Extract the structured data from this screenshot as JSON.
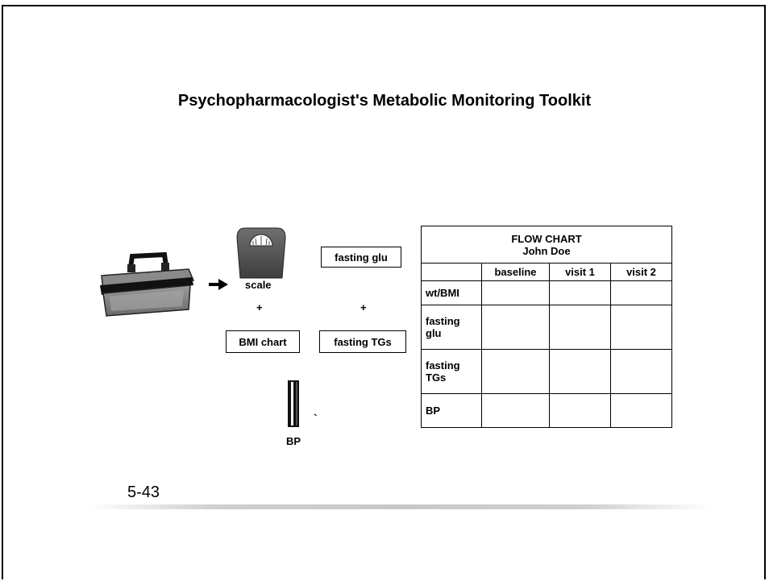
{
  "title": "Psychopharmacologist's Metabolic Monitoring Toolkit",
  "toolkit": {
    "scale_label": "scale",
    "fasting_glu": "fasting glu",
    "plus": "+",
    "bmi_chart": "BMI chart",
    "fasting_tgs": "fasting TGs",
    "bp_label": "BP",
    "tick_mark": "`"
  },
  "flow_chart": {
    "title": "FLOW CHART",
    "patient": "John  Doe",
    "columns": [
      "",
      "baseline",
      "visit 1",
      "visit 2"
    ],
    "rows": [
      {
        "label": "wt/BMI",
        "values": [
          "",
          "",
          ""
        ]
      },
      {
        "label": "fasting glu",
        "values": [
          "",
          "",
          ""
        ]
      },
      {
        "label": "fasting TGs",
        "values": [
          "",
          "",
          ""
        ]
      },
      {
        "label": "BP",
        "values": [
          "",
          "",
          ""
        ]
      }
    ]
  },
  "slide_number": "5-43"
}
